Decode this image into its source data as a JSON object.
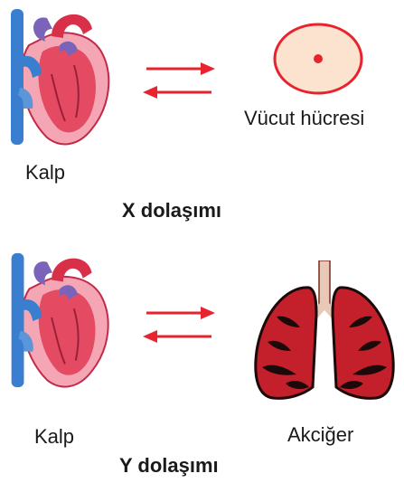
{
  "colors": {
    "arrow": "#e8232e",
    "heart_red": "#e03a52",
    "heart_pink": "#f4a6b4",
    "heart_blue": "#3a7fcf",
    "heart_purple": "#7a63b8",
    "cell_fill": "#fbe3cf",
    "cell_edge": "#e8232e",
    "lung_fill": "#c4202b",
    "lung_dark": "#1c0a0a"
  },
  "panels": [
    {
      "organ_label": "Kalp",
      "target_label": "Vücut hücresi",
      "title": "X dolaşımı",
      "target_icon": "cell-icon"
    },
    {
      "organ_label": "Kalp",
      "target_label": "Akciğer",
      "title": "Y dolaşımı",
      "target_icon": "lungs-icon"
    }
  ]
}
